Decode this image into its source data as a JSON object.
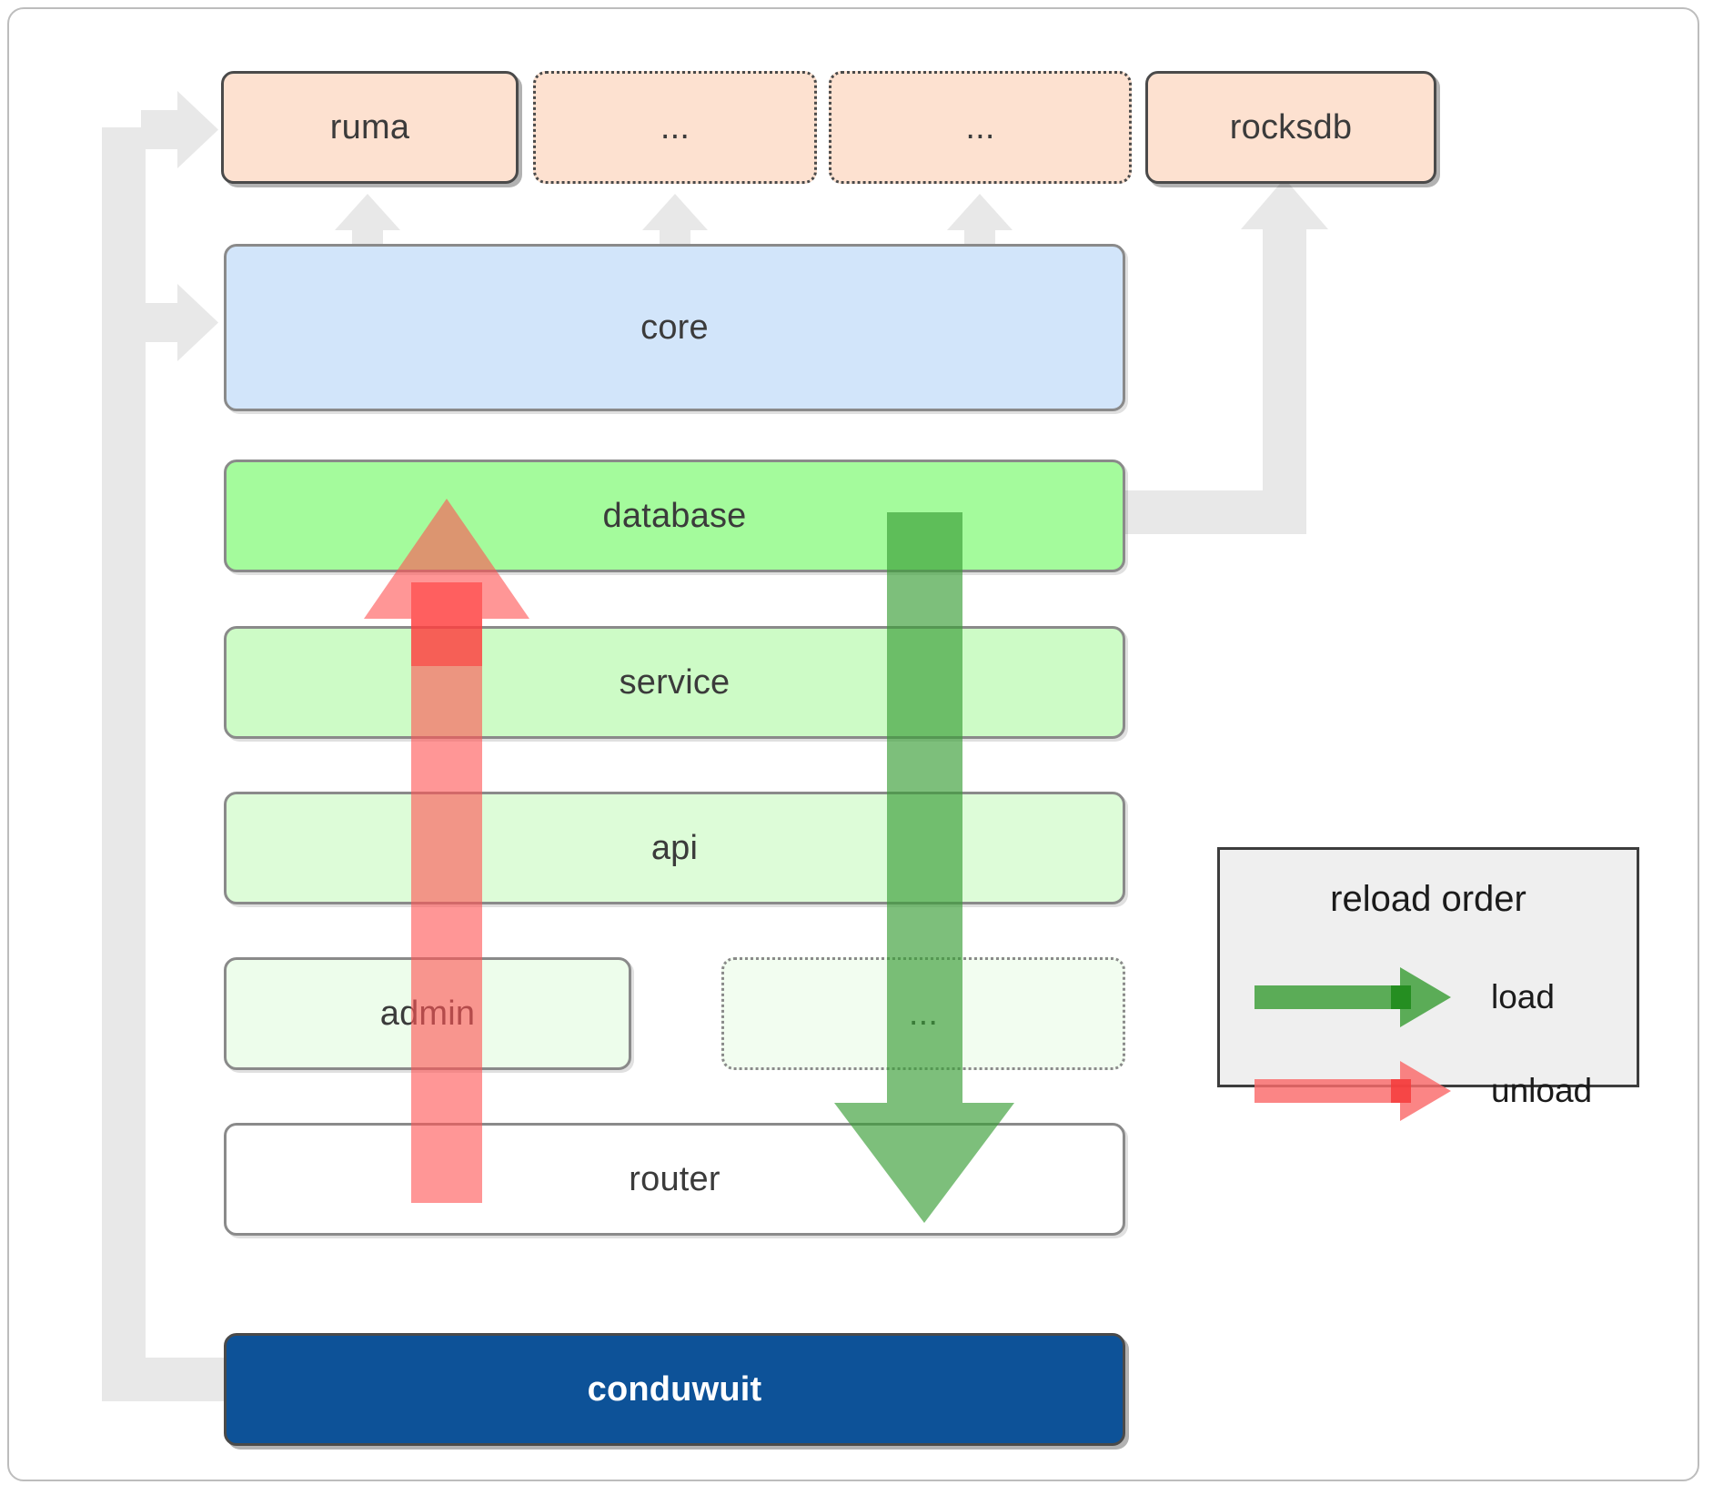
{
  "diagram": {
    "title": "conduwuit crate dependency / reload order diagram",
    "nodes": {
      "ruma": "ruma",
      "ellipsis1": "...",
      "ellipsis2": "...",
      "rocksdb": "rocksdb",
      "core": "core",
      "database": "database",
      "service": "service",
      "api": "api",
      "admin": "admin",
      "ellipsis3": "...",
      "router": "router",
      "conduwuit": "conduwuit"
    },
    "legend": {
      "title": "reload order",
      "items": [
        {
          "label": "load",
          "color": "#5cab54"
        },
        {
          "label": "unload",
          "color": "#fa8b8b"
        }
      ]
    },
    "colors": {
      "peach": "#fde1d0",
      "blue": "#d2e5fa",
      "green_database": "#a4fb9c",
      "green_service": "#cdfbc6",
      "green_api": "#ddfcd8",
      "green_admin": "#edfdeb",
      "green_ellipsis": "#f2fdf0",
      "white_router": "#ffffff",
      "navy_conduwuit": "#0d5298",
      "connector_grey": "#e8e8e8",
      "load_arrow": "#5cab54",
      "unload_arrow": "#fa8b8b",
      "legend_bg": "#efefef",
      "frame_border": "#bdbdbd"
    }
  }
}
